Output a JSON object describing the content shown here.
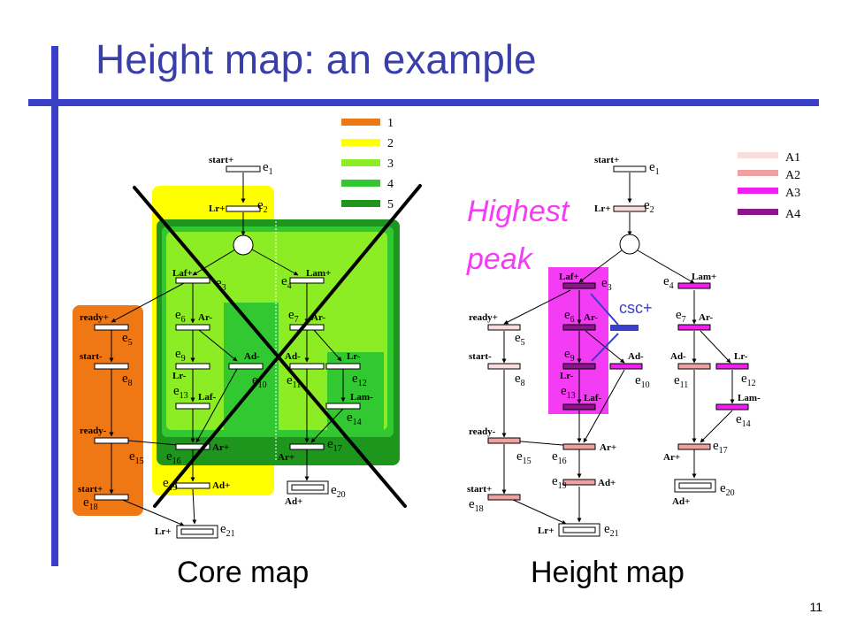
{
  "slide": {
    "title": "Height map: an example",
    "page_number": "11",
    "caption_left": "Core map",
    "caption_right": "Height map"
  },
  "colors": {
    "accent_blue": "#3a3fc8",
    "title_blue": "#3a3fa8",
    "level_1": "#f07814",
    "level_2": "#ffff00",
    "level_3": "#8ced24",
    "level_4": "#32c832",
    "level_5": "#1e961e",
    "A1": "#fadcdc",
    "A2": "#f0a0a0",
    "A3": "#f01ef0",
    "A4": "#8c148c",
    "highlight_magenta": "#f53cf5",
    "cross": "#000000"
  },
  "core_map": {
    "legend": [
      "1",
      "2",
      "3",
      "4",
      "5"
    ],
    "transitions": [
      "start+",
      "Lr+",
      "Laf+",
      "Lam+",
      "ready+",
      "Ar-",
      "Ar-",
      "start-",
      "Ad-",
      "Ad-",
      "Lr-",
      "Lr-",
      "Laf-",
      "Lam-",
      "ready-",
      "Ar+",
      "Ar+",
      "start+",
      "Ad+",
      "Ad+",
      "Lr+"
    ],
    "events": [
      "e",
      "e",
      "e",
      "e",
      "e",
      "e",
      "e",
      "e",
      "e",
      "e",
      "e",
      "e",
      "e",
      "e",
      "e",
      "e",
      "e",
      "e",
      "e",
      "e",
      "e"
    ],
    "event_subs": [
      "1",
      "2",
      "3",
      "4",
      "5",
      "6",
      "7",
      "8",
      "9",
      "10",
      "11",
      "12",
      "13",
      "14",
      "15",
      "16",
      "17",
      "18",
      "19",
      "20",
      "21"
    ]
  },
  "height_map": {
    "legend": [
      "A1",
      "A2",
      "A3",
      "A4"
    ],
    "annotation_highest": "Highest",
    "annotation_peak": "peak",
    "csc_label": "csc+",
    "transitions": [
      "start+",
      "Lr+",
      "Laf+",
      "Lam+",
      "ready+",
      "Ar-",
      "Ar-",
      "start-",
      "Ad-",
      "Ad-",
      "Lr-",
      "Lr-",
      "Laf-",
      "Lam-",
      "ready-",
      "Ar+",
      "Ar+",
      "start+",
      "Ad+",
      "Ad+",
      "Lr+"
    ]
  }
}
